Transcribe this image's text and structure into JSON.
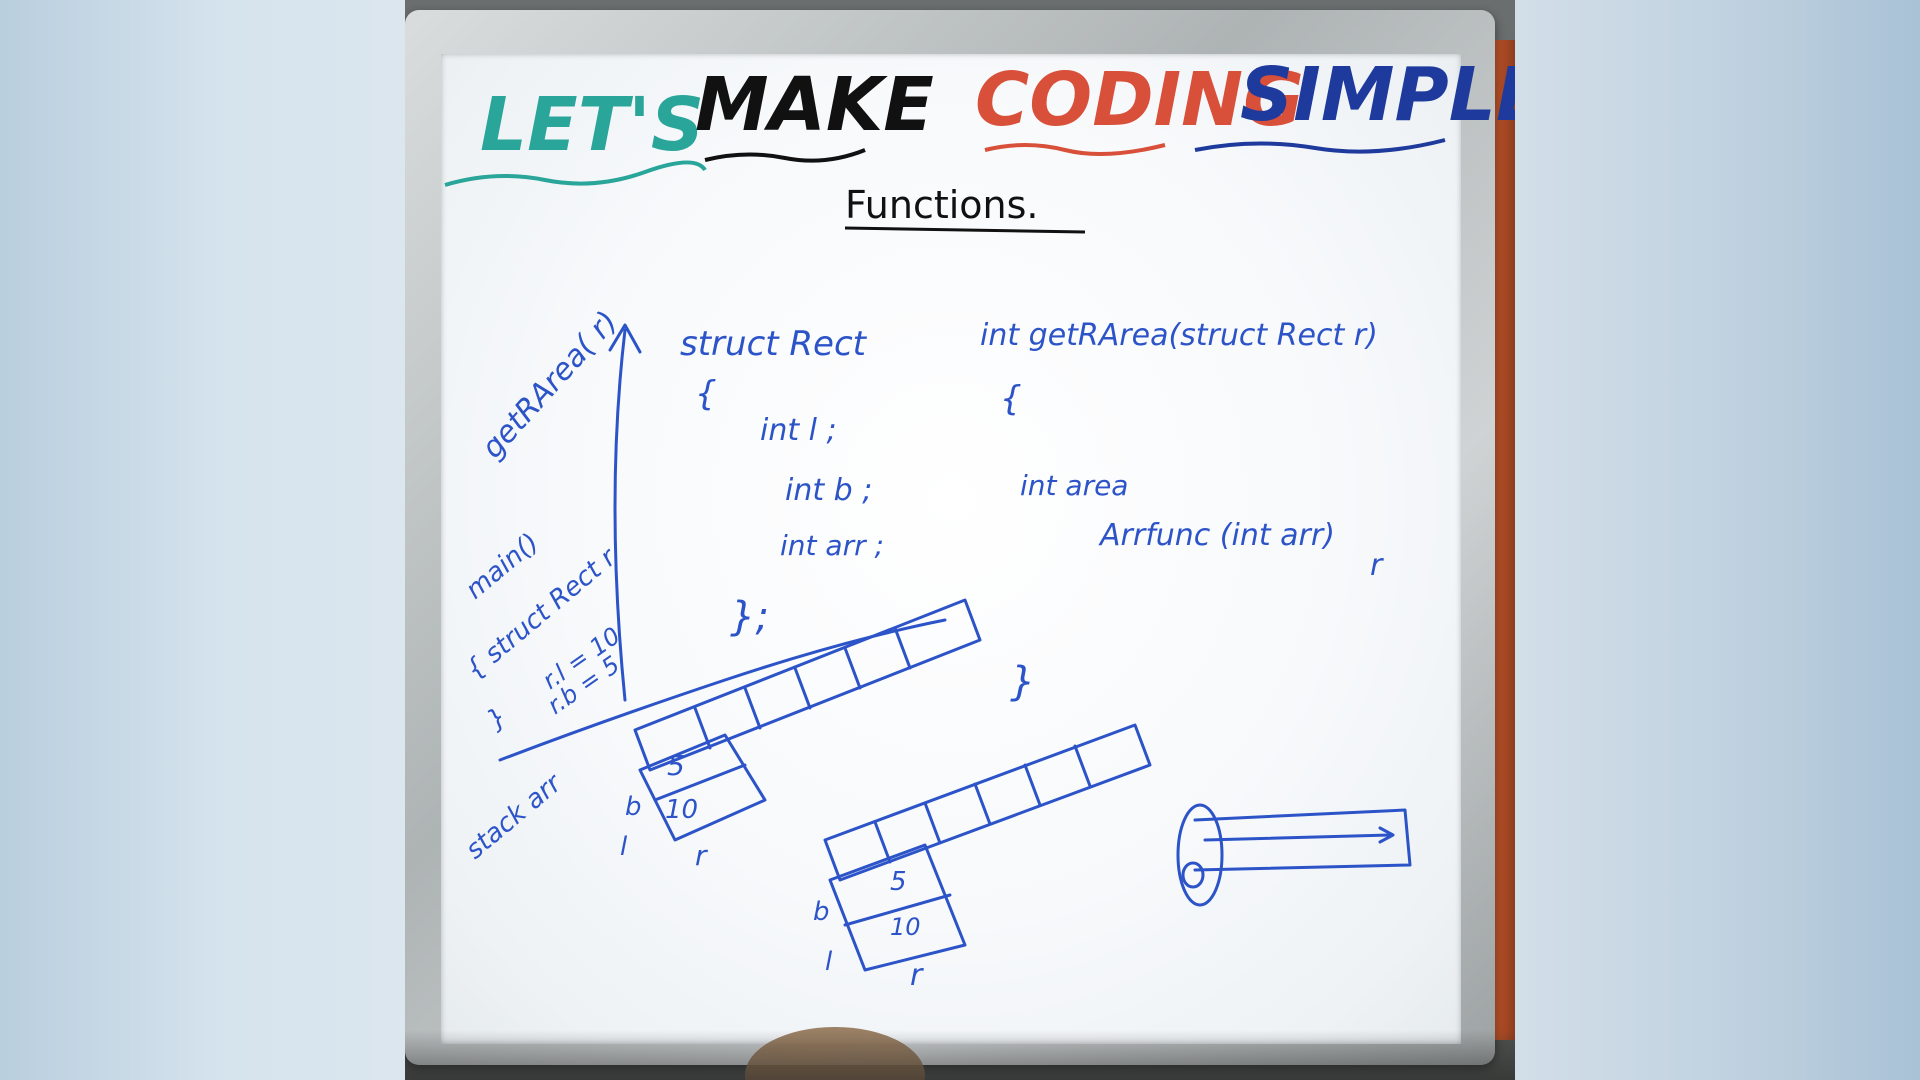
{
  "board": {
    "title_words": [
      "LET'S",
      "MAKE",
      "CODING",
      "SIMPLE"
    ],
    "title_colors": [
      "#2aa59a",
      "#111111",
      "#d9503a",
      "#1e3a9c"
    ],
    "subtitle": "Functions.",
    "struct_lines": [
      "struct Rect",
      "{",
      "int l ;",
      "int b ;",
      "int arr ;",
      "};"
    ],
    "function_signature": "int getRArea(struct Rect r)",
    "function_open_brace": "{",
    "function_body": [
      "int area",
      "Arrfunc (int arr)"
    ],
    "function_param_mark": "r",
    "function_close_brace": "}",
    "call_label": "getRArea( r)",
    "main_lines": [
      "main()",
      "{ struct Rect r",
      "r.l = 10",
      "r.b = 5",
      "}"
    ],
    "memory_label": "stack arr",
    "memory_block_1": {
      "values": [
        "5",
        "10"
      ],
      "field_labels": [
        "b",
        "l"
      ],
      "var_label": "r"
    },
    "memory_block_2": {
      "values": [
        "5",
        "10"
      ],
      "field_labels": [
        "b",
        "l"
      ],
      "var_label": "r"
    },
    "ink_color": "#2c54c8"
  }
}
